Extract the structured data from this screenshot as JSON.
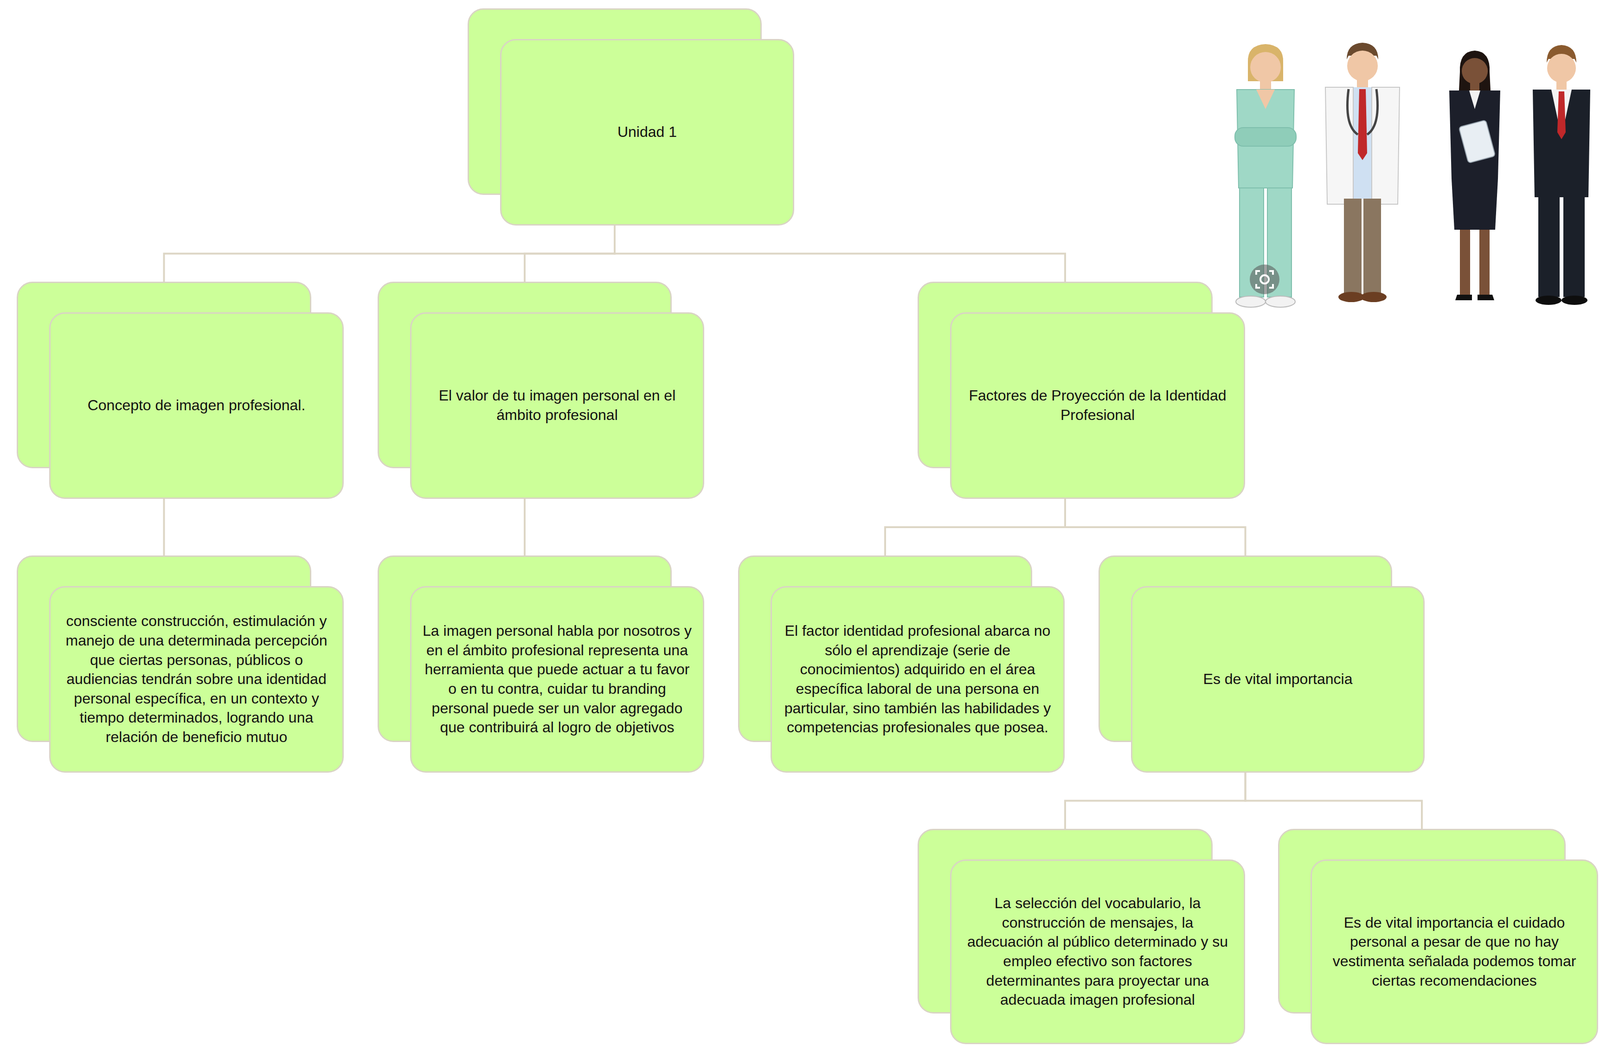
{
  "diagram": {
    "nodes": [
      {
        "text": [
          "Unidad 1"
        ]
      },
      {
        "text": [
          "Concepto de imagen profesional."
        ]
      },
      {
        "text": [
          "El valor de tu imagen personal en el ámbito profesional"
        ]
      },
      {
        "text": [
          "Factores de Proyección de la Identidad Profesional"
        ]
      },
      {
        "text": [
          "consciente construcción, estimulación y manejo de una determinada percepción que ciertas personas, públicos o audiencias tendrán sobre una identidad personal específica, en un contexto y tiempo determinados, logrando una relación de beneficio mutuo"
        ]
      },
      {
        "text": [
          "La imagen personal habla por nosotros y en el ámbito profesional representa una herramienta que puede actuar a tu favor o en tu contra, cuidar tu branding personal puede ser un valor agregado que contribuirá al logro de objetivos"
        ]
      },
      {
        "text": [
          "El factor identidad profesional abarca no sólo el aprendizaje (serie de conocimientos) adquirido en el área específica laboral de una persona en particular, sino también las habilidades y competencias profesionales que posea."
        ]
      },
      {
        "text": [
          "Es de vital importancia"
        ]
      },
      {
        "text": [
          "La selección del vocabulario, la construcción de mensajes, la adecuación al público determinado y su empleo efectivo son factores determinantes para proyectar una adecuada imagen profesional"
        ]
      },
      {
        "text": [
          "Es de vital importancia el cuidado personal a pesar de que no hay vestimenta señalada podemos tomar ciertas recomendaciones"
        ]
      }
    ],
    "edges": [
      {
        "from": 0,
        "to": 1,
        "arrow": "none"
      },
      {
        "from": 0,
        "to": 2,
        "arrow": "none"
      },
      {
        "from": 0,
        "to": 3,
        "arrow": "none"
      },
      {
        "from": 1,
        "to": 4,
        "arrow": "none"
      },
      {
        "from": 2,
        "to": 5,
        "arrow": "none"
      },
      {
        "from": 3,
        "to": 6,
        "arrow": "none"
      },
      {
        "from": 3,
        "to": 7,
        "arrow": "none"
      },
      {
        "from": 7,
        "to": 8,
        "arrow": "none"
      },
      {
        "from": 7,
        "to": 9,
        "arrow": "none"
      }
    ]
  }
}
